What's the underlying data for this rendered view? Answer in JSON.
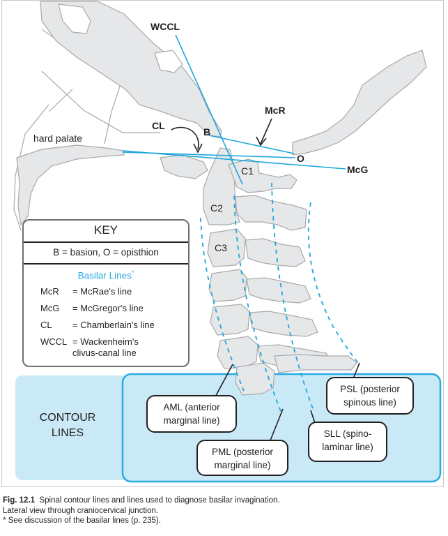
{
  "labels": {
    "wccl": "WCCL",
    "mcr": "McR",
    "cl": "CL",
    "b": "B",
    "o": "O",
    "mcg": "McG",
    "hard_palate": "hard palate",
    "c1": "C1",
    "c2": "C2",
    "c3": "C3"
  },
  "key": {
    "title": "KEY",
    "definition": "B = basion, O = opisthion",
    "basilar_heading": "Basilar Lines",
    "basilar_asterisk": "*",
    "entries": [
      {
        "abbr": "McR",
        "text": "= McRae's line"
      },
      {
        "abbr": "McG",
        "text": "= McGregor's line"
      },
      {
        "abbr": "CL",
        "text": "= Chamberlain's line"
      },
      {
        "abbr": "WCCL",
        "text": "= Wackenheim's",
        "text2": "clivus-canal line"
      }
    ]
  },
  "contour": {
    "heading_line1": "CONTOUR",
    "heading_line2": "LINES",
    "callouts": [
      {
        "line1": "AML (anterior",
        "line2": "marginal line)"
      },
      {
        "line1": "PML (posterior",
        "line2": "marginal line)"
      },
      {
        "line1": "SLL (spino-",
        "line2": "laminar line)"
      },
      {
        "line1": "PSL (posterior",
        "line2": "spinous line)"
      }
    ]
  },
  "caption": {
    "fig_number": "Fig. 12.1",
    "line1": "Spinal contour lines and lines used to diagnose basilar invagination.",
    "line2": "Lateral view through craniocervical junction.",
    "line3": "* See discussion of the basilar lines (p. 235)."
  },
  "colors": {
    "accent_blue": "#29abe2",
    "bone_fill": "#e6e7e8",
    "bone_stroke": "#a7a9ac",
    "contour_bg": "#c9e9f7",
    "line_blue": "#1fa7dc"
  }
}
